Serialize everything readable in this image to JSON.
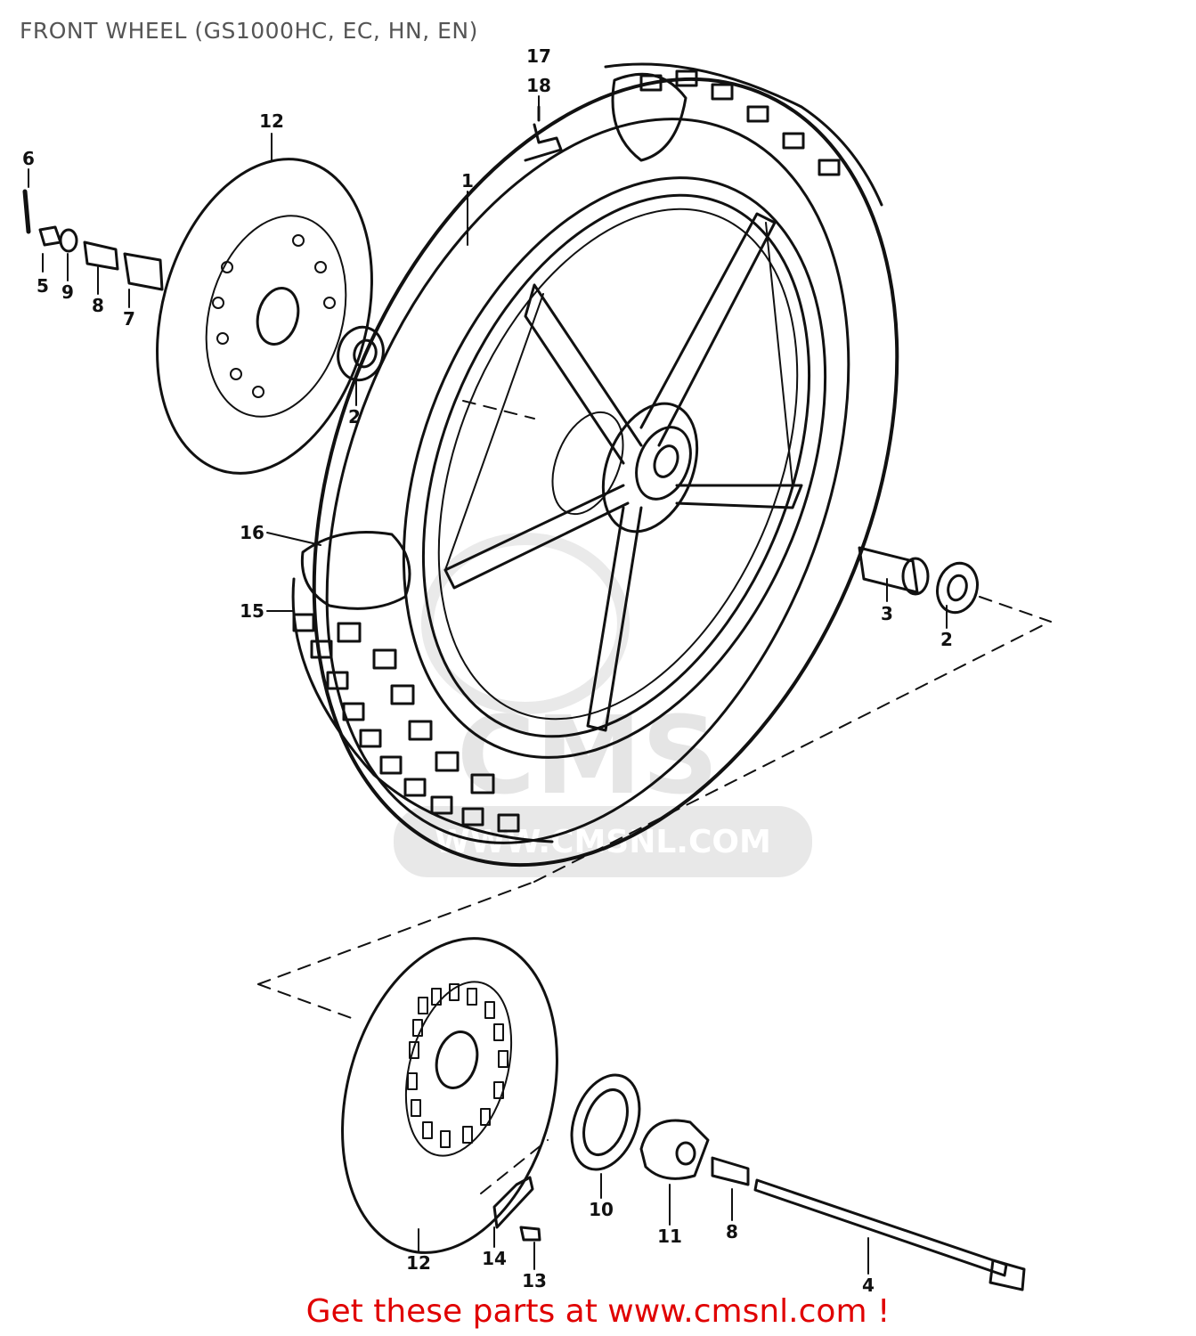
{
  "title": "FRONT WHEEL (GS1000HC, EC, HN, EN)",
  "footer": "Get these parts at www.cmsnl.com !",
  "watermark": {
    "site": "WWW.CMSNL.COM",
    "brand": "CMS",
    "color": "#cfcfcf"
  },
  "callouts": {
    "c1": "1",
    "c2a": "2",
    "c2b": "2",
    "c3": "3",
    "c4": "4",
    "c5": "5",
    "c6": "6",
    "c7": "7",
    "c8a": "8",
    "c8b": "8",
    "c9": "9",
    "c10": "10",
    "c11": "11",
    "c12a": "12",
    "c12b": "12",
    "c13": "13",
    "c14": "14",
    "c15": "15",
    "c16": "16",
    "c17": "17",
    "c18": "18"
  },
  "colors": {
    "line": "#111111",
    "title": "#555555",
    "footer": "#e00000"
  }
}
